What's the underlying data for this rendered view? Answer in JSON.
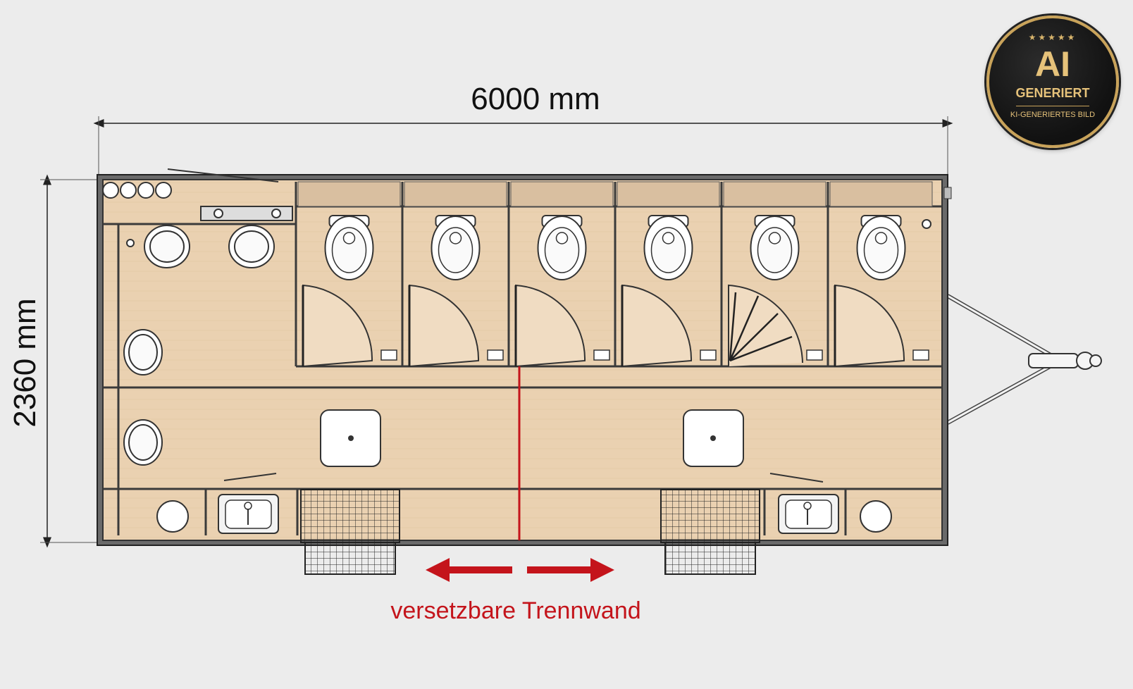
{
  "dimensions": {
    "length_label": "6000 mm",
    "width_label": "2360 mm"
  },
  "annotation": {
    "partition_label": "versetzbare Trennwand",
    "color": "#c4141b"
  },
  "badge": {
    "stars": "★★★★★",
    "main": "AI",
    "line1": "GENERIERT",
    "line2": "KI-GENERIERTES BILD"
  },
  "colors": {
    "floor": "#ead1b1",
    "wall": "#3a3a3a",
    "background": "#ececec"
  },
  "icons": [
    "toilet-icon",
    "urinal-icon",
    "sink-icon",
    "table-icon",
    "stairs-icon",
    "door-icon",
    "arrow-left-icon",
    "arrow-right-icon"
  ]
}
